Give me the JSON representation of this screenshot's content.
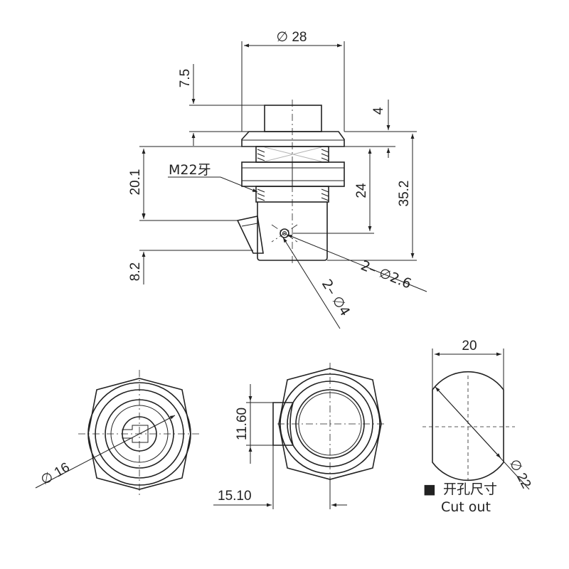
{
  "dimensions": {
    "d28": "∅ 28",
    "h7_5": "7.5",
    "h4": "4",
    "h20_1": "20.1",
    "thread": "M22牙",
    "h24": "24",
    "h35_2": "35.2",
    "h8_2": "8.2",
    "holes_small": "2– ∅2.6",
    "holes_large": "2– ∅4",
    "d16": "∅ 16",
    "h11_60": "11.60",
    "w15_10": "15.10",
    "w20": "20",
    "d22": "∅ 22"
  },
  "cutout": {
    "marker": "■",
    "title_cn": "开孔尺寸",
    "title_en": "Cut out"
  }
}
